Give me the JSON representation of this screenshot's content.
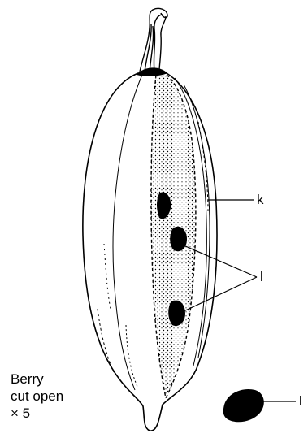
{
  "labels": {
    "k": "k",
    "l_seeds": "l",
    "l_seed": "l"
  },
  "caption": {
    "line1": "Berry",
    "line2": "cut open",
    "line3": "× 5"
  },
  "colors": {
    "ink": "#000000",
    "paper": "#ffffff"
  }
}
